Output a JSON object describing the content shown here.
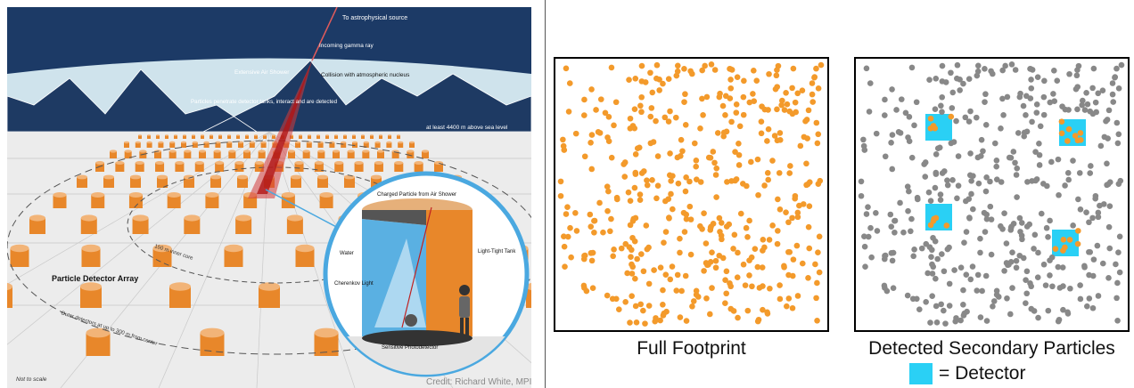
{
  "illustration": {
    "labels": {
      "to_source": "To astrophysical source",
      "gamma": "Incoming gamma ray",
      "collision": "Collision with atmospheric nucleus",
      "shower": "Extensive Air Shower",
      "penetrate": "Particles penetrate detector tanks, interact and are detected",
      "altitude": "at least 4400 m above sea level",
      "charged": "Charged Particle from Air Shower",
      "water": "Water",
      "tank": "Light-Tight Tank",
      "cherenkov": "Cherenkov Light",
      "photodetector": "Sensitive Photodetector",
      "inner_core": "150 m inner core",
      "array_title": "Particle Detector Array",
      "outer": "Outer detectors at up to 300 m from center",
      "not_to_scale": "Not to scale",
      "credit": "Credit: Richard White, MPIK"
    }
  },
  "panels": {
    "full_caption": "Full Footprint",
    "detected_caption": "Detected Secondary Particles",
    "legend_label": "= Detector"
  },
  "colors": {
    "particle": "#f39a2b",
    "undetected": "#888888",
    "detector": "#2ad0f5",
    "sky": "#1c3a66",
    "tank": "#e8872a"
  }
}
